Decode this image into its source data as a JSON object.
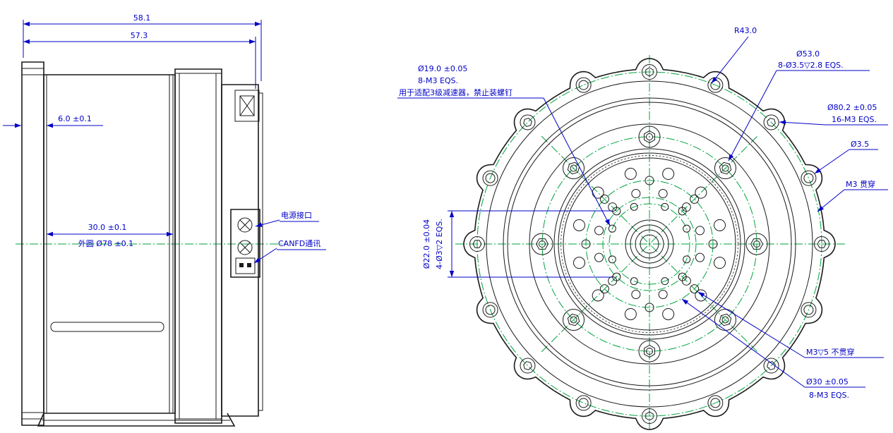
{
  "title": "actuator-engineering-drawing",
  "colors": {
    "outline": "#1a1a1a",
    "dimension": "#0000c8",
    "centerline": "#00a33e",
    "background": "#ffffff"
  },
  "side_view": {
    "dims": {
      "total_length": "58.1",
      "body_length": "57.3",
      "flange_offset": "6.0 ±0.1",
      "body_depth": "30.0 ±0.1",
      "outer_diameter": "外圆 Ø78 ±0.1"
    },
    "labels": {
      "power": "电源接口",
      "canfd": "CANFD通讯"
    }
  },
  "front_view": {
    "dims": {
      "r43": "R43.0",
      "d53": "Ø53.0",
      "d53_note": "8-Ø3.5▽2.8 EQS.",
      "d19": "Ø19.0 ±0.05",
      "d19_note": "8-M3 EQS.",
      "d19_usage": "用于适配3级减速器，禁止装螺钉",
      "d80": "Ø80.2 ±0.05",
      "d80_note": "16-M3 EQS.",
      "d35": "Ø3.5",
      "m3_through": "M3 贯穿",
      "d22": "Ø22.0 ±0.04",
      "d22_note": "4-Ø3▽2 EQS.",
      "m3_blind": "M3▽5 不贯穿",
      "d30": "Ø30 ±0.05",
      "d30_note": "8-M3 EQS."
    }
  }
}
